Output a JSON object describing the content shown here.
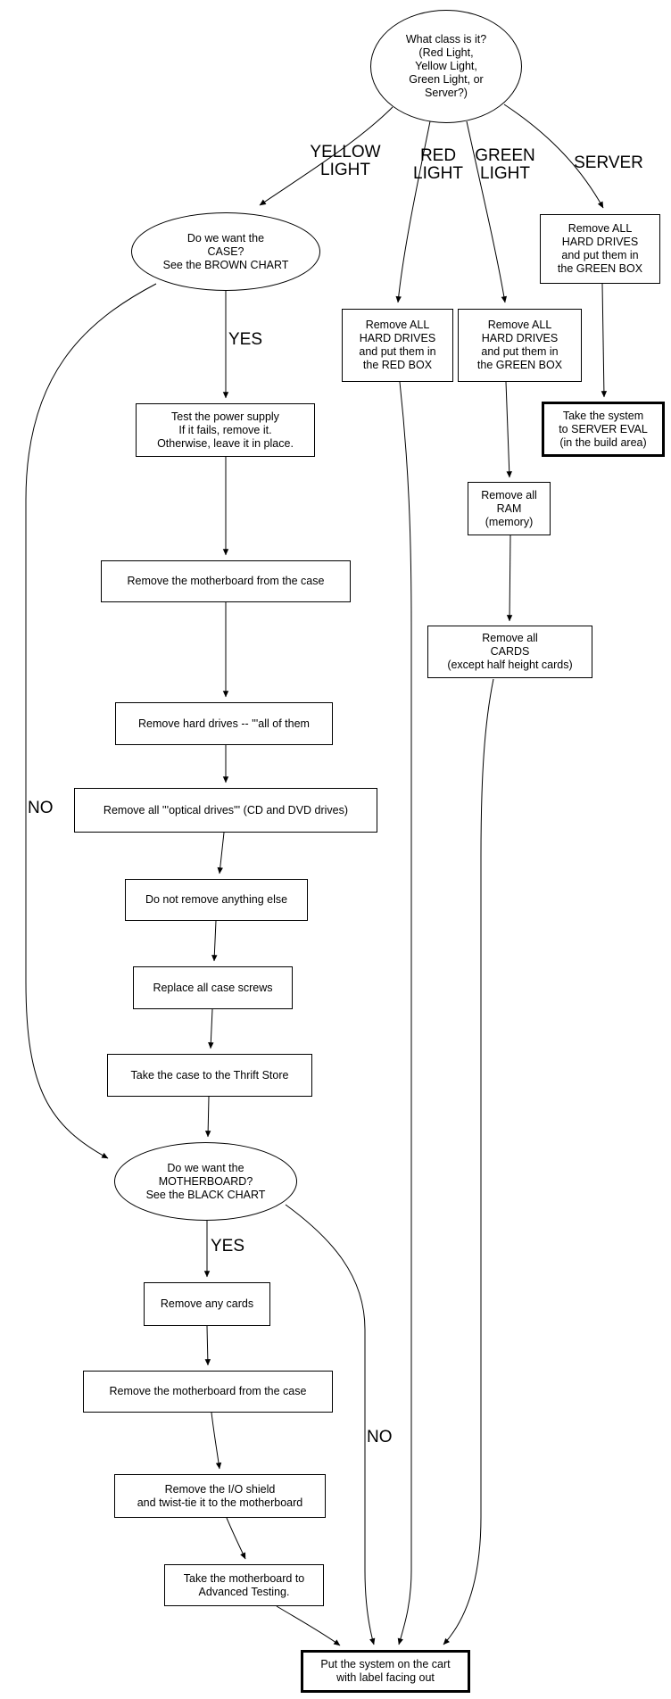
{
  "diagram": {
    "type": "flowchart",
    "background_color": "#ffffff",
    "line_color": "#000000",
    "text_color": "#000000",
    "nodes": {
      "start": {
        "shape": "ellipse",
        "text": "What class is it?\n(Red Light,\nYellow Light,\nGreen Light, or\nServer?)"
      },
      "case_question": {
        "shape": "ellipse",
        "text": "Do we want the\nCASE?\nSee the BROWN CHART"
      },
      "red_box": {
        "shape": "box",
        "text": "Remove ALL\nHARD DRIVES\nand put them in\nthe RED BOX"
      },
      "green_box": {
        "shape": "box",
        "text": "Remove ALL\nHARD DRIVES\nand put them in\nthe GREEN BOX"
      },
      "server_box": {
        "shape": "box",
        "text": "Remove ALL\nHARD DRIVES\nand put them in\nthe GREEN BOX"
      },
      "server_eval": {
        "shape": "box-bold",
        "text": "Take the system\nto SERVER EVAL\n(in the build area)"
      },
      "test_psu": {
        "shape": "box",
        "text": "Test the power supply\nIf it fails, remove it.\nOtherwise, leave it in place."
      },
      "remove_ram": {
        "shape": "box",
        "text": "Remove all\nRAM\n(memory)"
      },
      "remove_motherboard_1": {
        "shape": "box",
        "text": "Remove the motherboard from the case"
      },
      "remove_cards": {
        "shape": "box",
        "text": "Remove all\nCARDS\n(except half height cards)"
      },
      "remove_hard_drives": {
        "shape": "box",
        "text": "Remove hard drives -- '''all of them"
      },
      "remove_optical": {
        "shape": "box",
        "text": "Remove all '''optical drives''' (CD and DVD drives)"
      },
      "dont_remove": {
        "shape": "box",
        "text": "Do not remove anything else"
      },
      "replace_screws": {
        "shape": "box",
        "text": "Replace all case screws"
      },
      "thrift_store": {
        "shape": "box",
        "text": "Take the case to the Thrift Store"
      },
      "motherboard_question": {
        "shape": "ellipse",
        "text": "Do we want the\nMOTHERBOARD?\nSee the BLACK CHART"
      },
      "remove_any_cards": {
        "shape": "box",
        "text": "Remove any cards"
      },
      "remove_motherboard_2": {
        "shape": "box",
        "text": "Remove the motherboard from the case"
      },
      "io_shield": {
        "shape": "box",
        "text": "Remove the I/O shield\nand twist-tie it to the motherboard"
      },
      "advanced_testing": {
        "shape": "box",
        "text": "Take the motherboard to\nAdvanced Testing."
      },
      "cart": {
        "shape": "box-bold",
        "text": "Put the system on the cart\nwith label facing out"
      }
    },
    "edge_labels": {
      "yellow_light": "YELLOW\nLIGHT",
      "red_light": "RED\nLIGHT",
      "green_light": "GREEN\nLIGHT",
      "server": "SERVER",
      "case_yes": "YES",
      "case_no": "NO",
      "motherboard_yes": "YES",
      "motherboard_no": "NO"
    },
    "edges": [
      {
        "from": "start",
        "to": "case_question",
        "label": "YELLOW LIGHT"
      },
      {
        "from": "start",
        "to": "red_box",
        "label": "RED LIGHT"
      },
      {
        "from": "start",
        "to": "green_box",
        "label": "GREEN LIGHT"
      },
      {
        "from": "start",
        "to": "server_box",
        "label": "SERVER"
      },
      {
        "from": "case_question",
        "to": "test_psu",
        "label": "YES"
      },
      {
        "from": "case_question",
        "to": "motherboard_question",
        "label": "NO"
      },
      {
        "from": "test_psu",
        "to": "remove_motherboard_1",
        "label": ""
      },
      {
        "from": "remove_motherboard_1",
        "to": "remove_hard_drives",
        "label": ""
      },
      {
        "from": "remove_hard_drives",
        "to": "remove_optical",
        "label": ""
      },
      {
        "from": "remove_optical",
        "to": "dont_remove",
        "label": ""
      },
      {
        "from": "dont_remove",
        "to": "replace_screws",
        "label": ""
      },
      {
        "from": "replace_screws",
        "to": "thrift_store",
        "label": ""
      },
      {
        "from": "thrift_store",
        "to": "motherboard_question",
        "label": ""
      },
      {
        "from": "motherboard_question",
        "to": "remove_any_cards",
        "label": "YES"
      },
      {
        "from": "motherboard_question",
        "to": "cart",
        "label": "NO"
      },
      {
        "from": "remove_any_cards",
        "to": "remove_motherboard_2",
        "label": ""
      },
      {
        "from": "remove_motherboard_2",
        "to": "io_shield",
        "label": ""
      },
      {
        "from": "io_shield",
        "to": "advanced_testing",
        "label": ""
      },
      {
        "from": "advanced_testing",
        "to": "cart",
        "label": ""
      },
      {
        "from": "red_box",
        "to": "cart",
        "label": ""
      },
      {
        "from": "green_box",
        "to": "remove_ram",
        "label": ""
      },
      {
        "from": "remove_ram",
        "to": "remove_cards",
        "label": ""
      },
      {
        "from": "remove_cards",
        "to": "cart",
        "label": ""
      },
      {
        "from": "server_box",
        "to": "server_eval",
        "label": ""
      }
    ]
  }
}
